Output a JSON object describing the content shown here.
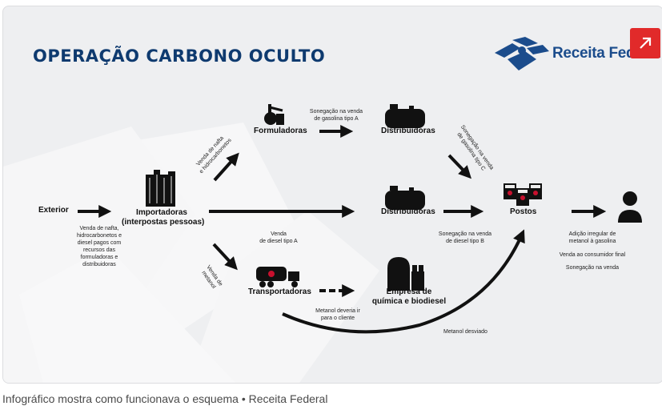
{
  "title": "OPERAÇÃO CARBONO OCULTO",
  "logo": {
    "text": "Receita Federal",
    "icon": "receita-federal-logo-icon",
    "color": "#1b4c8c"
  },
  "expand_button": {
    "icon": "arrow-up-right-icon",
    "color": "#e12a2a"
  },
  "colors": {
    "title": "#0e3a6f",
    "background": "#eeeff1",
    "ink": "#111111",
    "accent_red": "#c8102e"
  },
  "nodes": {
    "exterior": "Exterior",
    "importadoras_line1": "Importadoras",
    "importadoras_line2": "(interpostas pessoas)",
    "formuladoras": "Formuladoras",
    "distribuidoras_top": "Distribuidoras",
    "distribuidoras_mid": "Distribuidoras",
    "transportadoras": "Transportadoras",
    "empresa_line1": "Empresa de",
    "empresa_line2": "química e biodiesel",
    "postos": "Postos"
  },
  "notes": {
    "exterior_to_importadoras": [
      "Venda de nafta,",
      "hidrocarbonetos e",
      "diesel pagos com",
      "recursos das",
      "formuladoras e",
      "distribuidoras"
    ],
    "importadoras_to_formuladoras": [
      "Venda de nafta",
      "e hidrocarbonetos"
    ],
    "formuladoras_to_distribuidoras": [
      "Sonegação na venda",
      "de gasolina tipo A"
    ],
    "distribuidoras_top_to_postos": [
      "Sonegação na venda",
      "de gasolina tipo C"
    ],
    "importadoras_to_distribuidoras": [
      "Venda",
      "de diesel tipo A"
    ],
    "distribuidoras_to_postos": [
      "Sonegação na venda",
      "de diesel tipo B"
    ],
    "importadoras_to_transportadoras": [
      "Venda de",
      "metanol"
    ],
    "transportadoras_to_empresa": [
      "Metanol deveria ir",
      "para o cliente"
    ],
    "metanol_desviado": "Metanol desviado",
    "postos_to_consumidor": [
      "Adição irregular de",
      "metanol à gasolina"
    ],
    "venda_consumidor": "Venda ao consumidor final",
    "sonegacao_venda": "Sonegação na venda"
  },
  "caption": "Infográfico mostra como funcionava o esquema • Receita Federal"
}
